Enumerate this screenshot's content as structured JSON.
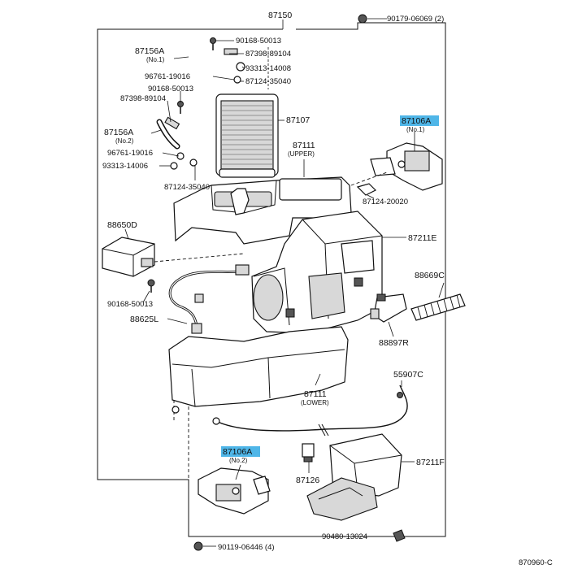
{
  "callouts": [
    {
      "id": "87150",
      "text": "87150"
    },
    {
      "id": "90179-06069",
      "text": "90179-06069 (2)"
    },
    {
      "id": "90168-50013-a",
      "text": "90168-50013"
    },
    {
      "id": "87156A-1",
      "text": "87156A",
      "sub": "(No.1)"
    },
    {
      "id": "87398-89104-a",
      "text": "87398-89104"
    },
    {
      "id": "93313-14008",
      "text": "93313-14008"
    },
    {
      "id": "96761-19016-a",
      "text": "96761-19016"
    },
    {
      "id": "87124-35040-a",
      "text": "87124-35040"
    },
    {
      "id": "90168-50013-b",
      "text": "90168-50013"
    },
    {
      "id": "87398-89104-b",
      "text": "87398-89104"
    },
    {
      "id": "87107",
      "text": "87107"
    },
    {
      "id": "87106A-1",
      "text": "87106A",
      "sub": "(No.1)",
      "highlight": true
    },
    {
      "id": "87156A-2",
      "text": "87156A",
      "sub": "(No.2)"
    },
    {
      "id": "96761-19016-b",
      "text": "96761-19016"
    },
    {
      "id": "87111-upper",
      "text": "87111",
      "sub": "(UPPER)"
    },
    {
      "id": "93313-14006",
      "text": "93313-14006"
    },
    {
      "id": "87124-35040-b",
      "text": "87124-35040"
    },
    {
      "id": "87124-20020",
      "text": "87124-20020"
    },
    {
      "id": "88650D",
      "text": "88650D"
    },
    {
      "id": "87211E",
      "text": "87211E"
    },
    {
      "id": "88669C",
      "text": "88669C"
    },
    {
      "id": "90168-50013-c",
      "text": "90168-50013"
    },
    {
      "id": "88625L",
      "text": "88625L"
    },
    {
      "id": "88897R",
      "text": "88897R"
    },
    {
      "id": "55907C",
      "text": "55907C"
    },
    {
      "id": "87111-lower",
      "text": "87111",
      "sub": "(LOWER)"
    },
    {
      "id": "87106A-2",
      "text": "87106A",
      "sub": "(No.2)",
      "highlight": true
    },
    {
      "id": "87126",
      "text": "87126"
    },
    {
      "id": "87211F",
      "text": "87211F"
    },
    {
      "id": "90480-13024",
      "text": "90480-13024"
    },
    {
      "id": "90119-06446",
      "text": "90119-06446 (4)"
    },
    {
      "id": "870960",
      "text": "870960-C"
    }
  ],
  "colors": {
    "highlight": "#4fb6e8",
    "line": "#111111"
  }
}
